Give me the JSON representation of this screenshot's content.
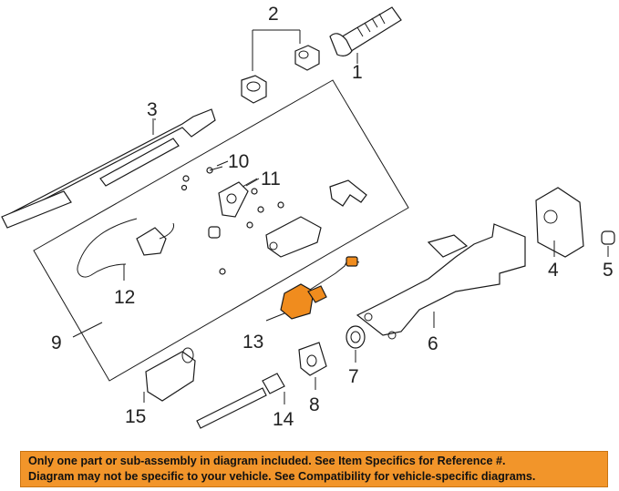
{
  "callouts": [
    {
      "id": "1",
      "text": "1"
    },
    {
      "id": "2",
      "text": "2"
    },
    {
      "id": "3",
      "text": "3"
    },
    {
      "id": "4",
      "text": "4"
    },
    {
      "id": "5",
      "text": "5"
    },
    {
      "id": "6",
      "text": "6"
    },
    {
      "id": "7",
      "text": "7"
    },
    {
      "id": "8",
      "text": "8"
    },
    {
      "id": "9",
      "text": "9"
    },
    {
      "id": "10",
      "text": "10"
    },
    {
      "id": "11",
      "text": "11"
    },
    {
      "id": "12",
      "text": "12"
    },
    {
      "id": "13",
      "text": "13"
    },
    {
      "id": "14",
      "text": "14"
    },
    {
      "id": "15",
      "text": "15"
    }
  ],
  "highlighted_part": "13",
  "colors": {
    "highlight": "#f08c1e",
    "banner": "#f2952a",
    "line": "#1a1a1a"
  },
  "notice": {
    "line1": "Only one part or sub-assembly in diagram included. See Item Specifics for Reference #.",
    "line2": "Diagram may not be specific to your vehicle. See Compatibility for vehicle-specific diagrams."
  }
}
